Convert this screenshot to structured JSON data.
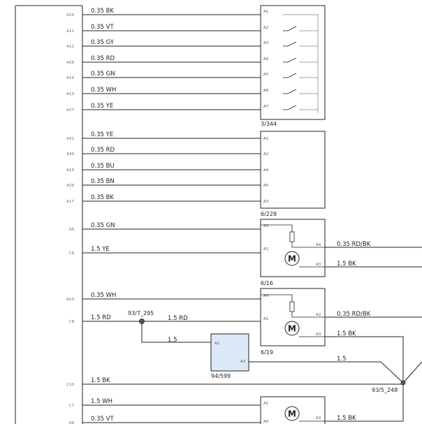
{
  "wires_left": [
    {
      "pin": "A24",
      "label": "0.35 BK"
    },
    {
      "pin": "A11",
      "label": "0.35 VT"
    },
    {
      "pin": "A12",
      "label": "0.35 GY"
    },
    {
      "pin": "A28",
      "label": "0.35 RD"
    },
    {
      "pin": "A14",
      "label": "0.35 GN"
    },
    {
      "pin": "A13",
      "label": "0.35 WH"
    },
    {
      "pin": "A27",
      "label": "0.35 YE"
    },
    {
      "pin": "A31",
      "label": "0.35 YE"
    },
    {
      "pin": "A30",
      "label": "0.35 RD"
    },
    {
      "pin": "A15",
      "label": "0.35 BU"
    },
    {
      "pin": "A29",
      "label": "0.35 BN"
    },
    {
      "pin": "A17",
      "label": "0.35 BK"
    },
    {
      "pin": "A5",
      "label": "0.35 GN"
    },
    {
      "pin": "C6",
      "label": "1.5 YE"
    },
    {
      "pin": "A10",
      "label": "0.35 WH"
    },
    {
      "pin": "C8",
      "label": "1.5 RD"
    },
    {
      "pin": "C10",
      "label": "1.5 BK"
    },
    {
      "pin": "C7",
      "label": "1.5 WH"
    },
    {
      "pin": "A9",
      "label": "0.35 VT"
    }
  ],
  "components": {
    "c3_344": {
      "name": "3/344",
      "pins": [
        "A1",
        "A2",
        "A3",
        "A4",
        "A5",
        "A6",
        "A7"
      ]
    },
    "c6_228": {
      "name": "6/228",
      "pins": [
        "A1",
        "A2",
        "A4",
        "A5",
        "A3"
      ]
    },
    "c6_16": {
      "name": "6/16",
      "left_pins": [
        "A2",
        "A1"
      ],
      "right_pins": [
        "A4",
        "A3"
      ],
      "motor": "M"
    },
    "c6_19": {
      "name": "6/19",
      "left_pins": [
        "A4",
        "A1"
      ],
      "right_pins": [
        "A2",
        "A3"
      ],
      "motor": "M"
    },
    "c94_599": {
      "name": "94/599",
      "pins": [
        "A1",
        "A2"
      ]
    },
    "c_bottom": {
      "left_pins": [
        "A1",
        "A4"
      ],
      "right_pins": [
        "A3"
      ],
      "motor": "M"
    }
  },
  "right_wires": {
    "w6_16_a4": "0.35 RD/BK",
    "w6_16_a3": "1.5 BK",
    "w6_19_a2": "0.35 RD/BK",
    "w6_19_a3": "1.5 BK",
    "w94_a2": "1.5",
    "wbot_a3": "1.5 BK"
  },
  "splices": {
    "s93_7_295": {
      "name": "93/7_295",
      "out_label": "1.5 RD",
      "branch_label": "1.5"
    },
    "s93_5_248": {
      "name": "93/5_248"
    }
  }
}
